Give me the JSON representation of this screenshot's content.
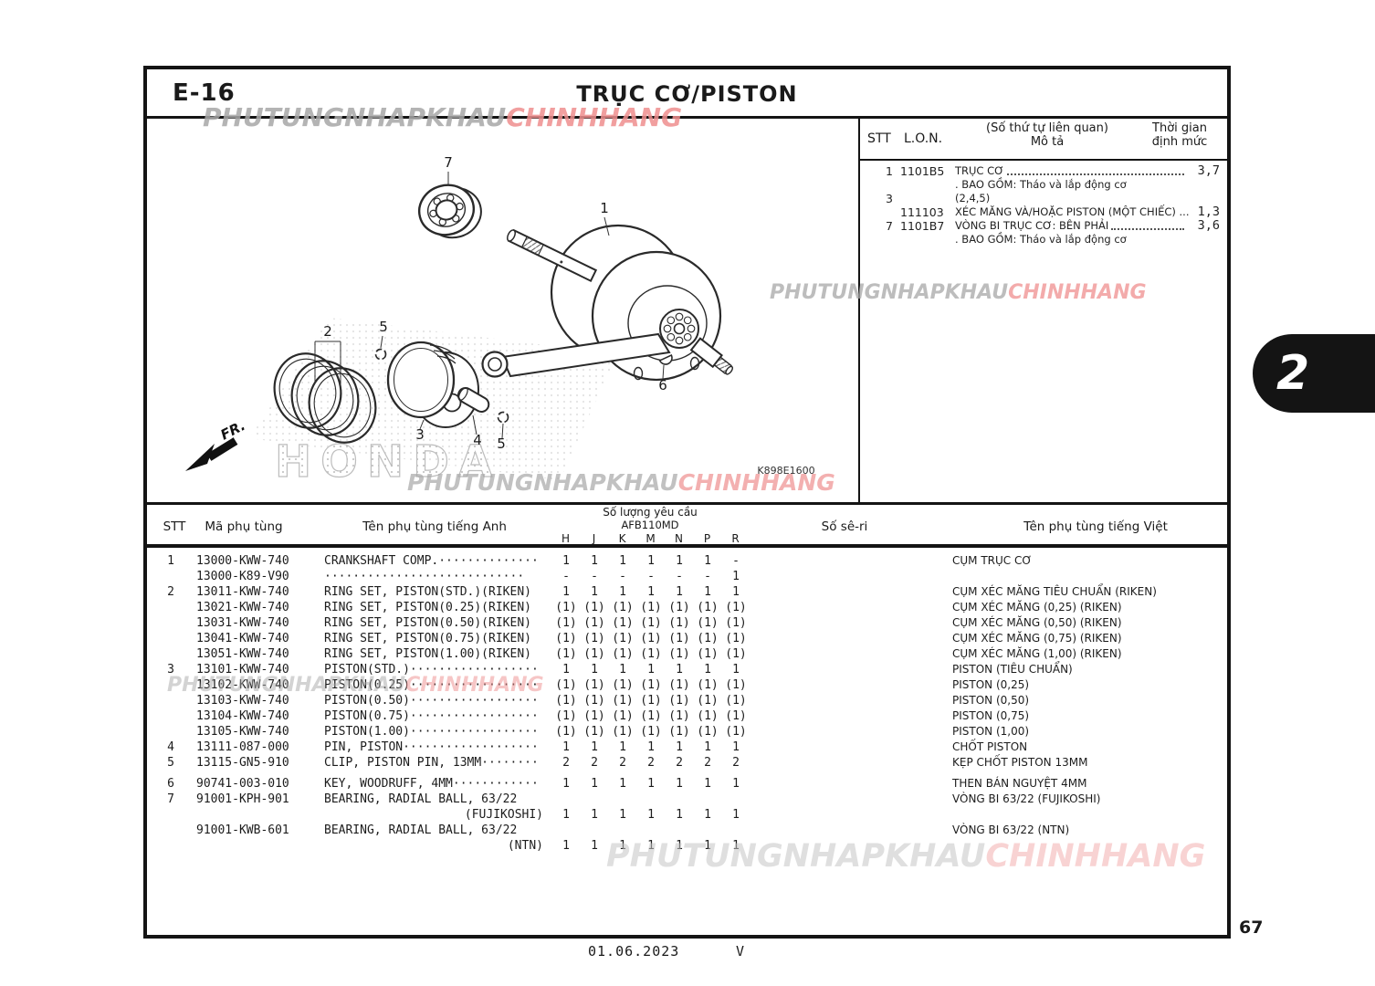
{
  "page": {
    "section_code": "E-16",
    "title": "TRỤC CƠ/PISTON",
    "diagram_code": "K898E1600",
    "side_tab": "2",
    "page_number": "67",
    "footer_date": "01.06.2023",
    "footer_version": "V"
  },
  "watermark": {
    "gray_text": "PHUTUNGNHAPKHAU",
    "red_text": "CHINHHANG",
    "gray_color": "#a8a8a8",
    "red_color": "#ef8f8f"
  },
  "diagram": {
    "brand_watermark": "HONDA",
    "front_label": "FR.",
    "callouts": [
      "7",
      "1",
      "2",
      "5",
      "3",
      "4",
      "5",
      "6"
    ]
  },
  "ref_table": {
    "headers": {
      "stt": "STT",
      "lon": "L.O.N.",
      "desc_line1": "(Số thứ tự liên quan)",
      "desc_line2": "Mô tả",
      "time_line1": "Thời gian",
      "time_line2": "định mức"
    },
    "rows": [
      {
        "stt": "1",
        "lon": "1101B5",
        "desc": "TRỤC CƠ",
        "leader": true,
        "time": "3,7"
      },
      {
        "desc": ". BAO GỒM: Tháo và lắp động cơ"
      },
      {
        "stt": "3",
        "desc": "(2,4,5)"
      },
      {
        "lon": "111103",
        "desc": "XÉC MĂNG VÀ/HOẶC PISTON (MỘT CHIẾC) ...",
        "time": "1,3"
      },
      {
        "stt": "7",
        "lon": "1101B7",
        "desc": "VÒNG BI TRỤC CƠ: BÊN PHẢI",
        "leader": true,
        "time": "3,6"
      },
      {
        "desc": ". BAO GỒM: Tháo và lắp động cơ"
      }
    ]
  },
  "parts_table": {
    "headers": {
      "stt": "STT",
      "code": "Mã phụ tùng",
      "name_en": "Tên phụ tùng tiếng Anh",
      "qty_line1": "Số lượng yêu cầu",
      "qty_line2": "AFB110MD",
      "qty_cols": [
        "H",
        "J",
        "K",
        "M",
        "N",
        "P",
        "R"
      ],
      "serial": "Số sê-ri",
      "name_vi": "Tên phụ tùng tiếng Việt"
    },
    "rows": [
      {
        "stt": "1",
        "code": "13000-KWW-740",
        "en": "CRANKSHAFT COMP.··············",
        "qty": [
          "1",
          "1",
          "1",
          "1",
          "1",
          "1",
          "-"
        ],
        "vi": "CỤM TRỤC CƠ"
      },
      {
        "code": "13000-K89-V90",
        "en": "····························",
        "qty": [
          "-",
          "-",
          "-",
          "-",
          "-",
          "-",
          "1"
        ],
        "vi": ""
      },
      {
        "stt": "2",
        "code": "13011-KWW-740",
        "en": "RING SET, PISTON(STD.)(RIKEN)",
        "qty": [
          "1",
          "1",
          "1",
          "1",
          "1",
          "1",
          "1"
        ],
        "vi": "CỤM XÉC MĂNG TIÊU CHUẨN (RIKEN)"
      },
      {
        "code": "13021-KWW-740",
        "en": "RING SET, PISTON(0.25)(RIKEN)",
        "qty": [
          "(1)",
          "(1)",
          "(1)",
          "(1)",
          "(1)",
          "(1)",
          "(1)"
        ],
        "vi": "CỤM XÉC MĂNG (0,25) (RIKEN)"
      },
      {
        "code": "13031-KWW-740",
        "en": "RING SET, PISTON(0.50)(RIKEN)",
        "qty": [
          "(1)",
          "(1)",
          "(1)",
          "(1)",
          "(1)",
          "(1)",
          "(1)"
        ],
        "vi": "CỤM XÉC MĂNG (0,50) (RIKEN)"
      },
      {
        "code": "13041-KWW-740",
        "en": "RING SET, PISTON(0.75)(RIKEN)",
        "qty": [
          "(1)",
          "(1)",
          "(1)",
          "(1)",
          "(1)",
          "(1)",
          "(1)"
        ],
        "vi": "CỤM XÉC MĂNG (0,75) (RIKEN)"
      },
      {
        "code": "13051-KWW-740",
        "en": "RING SET, PISTON(1.00)(RIKEN)",
        "qty": [
          "(1)",
          "(1)",
          "(1)",
          "(1)",
          "(1)",
          "(1)",
          "(1)"
        ],
        "vi": "CỤM XÉC MĂNG (1,00) (RIKEN)"
      },
      {
        "stt": "3",
        "code": "13101-KWW-740",
        "en": "PISTON(STD.)··················",
        "qty": [
          "1",
          "1",
          "1",
          "1",
          "1",
          "1",
          "1"
        ],
        "vi": "PISTON (TIÊU CHUẨN)"
      },
      {
        "code": "13102-KWW-740",
        "en": "PISTON(0.25)··················",
        "qty": [
          "(1)",
          "(1)",
          "(1)",
          "(1)",
          "(1)",
          "(1)",
          "(1)"
        ],
        "vi": "PISTON (0,25)"
      },
      {
        "code": "13103-KWW-740",
        "en": "PISTON(0.50)··················",
        "qty": [
          "(1)",
          "(1)",
          "(1)",
          "(1)",
          "(1)",
          "(1)",
          "(1)"
        ],
        "vi": "PISTON (0,50)"
      },
      {
        "code": "13104-KWW-740",
        "en": "PISTON(0.75)··················",
        "qty": [
          "(1)",
          "(1)",
          "(1)",
          "(1)",
          "(1)",
          "(1)",
          "(1)"
        ],
        "vi": "PISTON (0,75)"
      },
      {
        "code": "13105-KWW-740",
        "en": "PISTON(1.00)··················",
        "qty": [
          "(1)",
          "(1)",
          "(1)",
          "(1)",
          "(1)",
          "(1)",
          "(1)"
        ],
        "vi": "PISTON (1,00)"
      },
      {
        "stt": "4",
        "code": "13111-087-000",
        "en": "PIN, PISTON···················",
        "qty": [
          "1",
          "1",
          "1",
          "1",
          "1",
          "1",
          "1"
        ],
        "vi": "CHỐT PISTON"
      },
      {
        "stt": "5",
        "code": "13115-GN5-910",
        "en": "CLIP, PISTON PIN, 13MM········",
        "qty": [
          "2",
          "2",
          "2",
          "2",
          "2",
          "2",
          "2"
        ],
        "vi": "KẸP CHỐT PISTON 13MM"
      },
      {
        "gap_before": true,
        "stt": "6",
        "code": "90741-003-010",
        "en": "KEY, WOODRUFF, 4MM············",
        "qty": [
          "1",
          "1",
          "1",
          "1",
          "1",
          "1",
          "1"
        ],
        "vi": "THEN BÁN NGUYỆT 4MM"
      },
      {
        "stt": "7",
        "code": "91001-KPH-901",
        "en": "BEARING, RADIAL BALL, 63/22",
        "en2": "(FUJIKOSHI)",
        "qty": [
          "1",
          "1",
          "1",
          "1",
          "1",
          "1",
          "1"
        ],
        "vi": "VÒNG BI 63/22 (FUJIKOSHI)"
      },
      {
        "code": "91001-KWB-601",
        "en": "BEARING, RADIAL BALL, 63/22",
        "en2": "(NTN)",
        "qty": [
          "1",
          "1",
          "1",
          "1",
          "1",
          "1",
          "1"
        ],
        "vi": "VÒNG BI 63/22 (NTN)"
      }
    ]
  }
}
